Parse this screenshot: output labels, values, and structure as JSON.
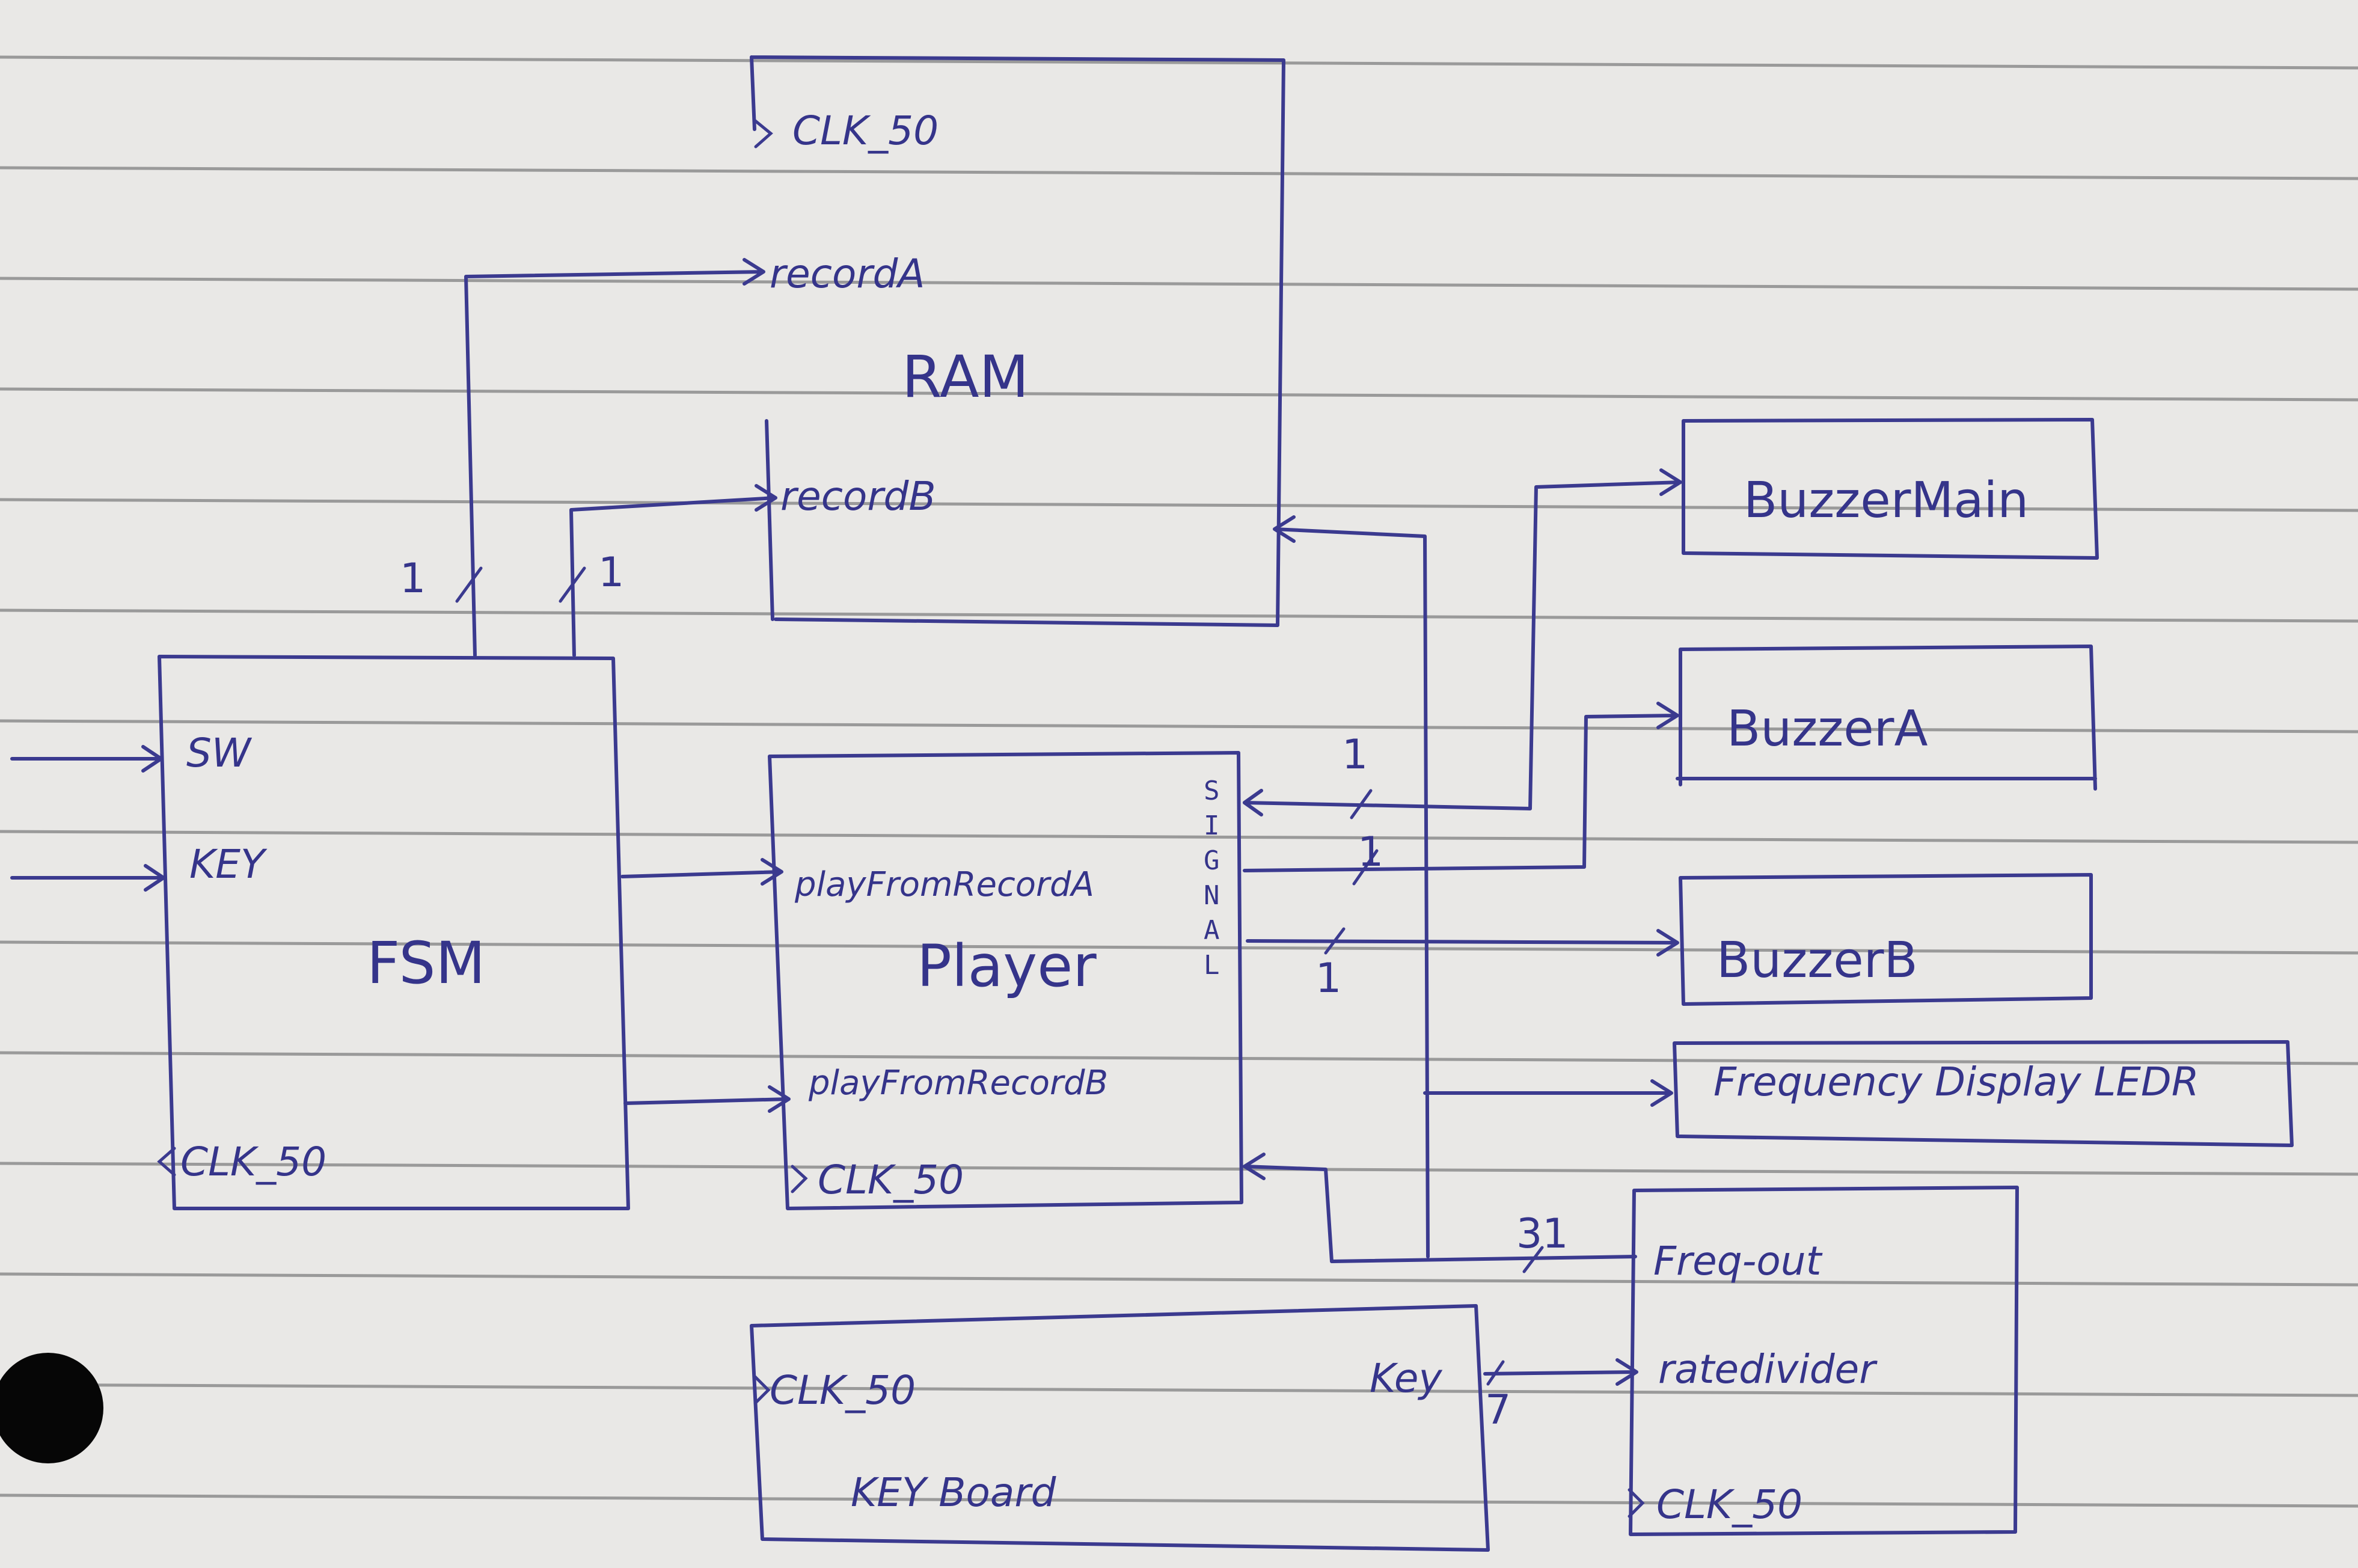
{
  "ram": {
    "title": "RAM",
    "clk": "CLK_50",
    "in_a": "recordA",
    "in_b": "recordB"
  },
  "fsm": {
    "title": "FSM",
    "in_sw": "SW",
    "in_key": "KEY",
    "clk": "CLK_50"
  },
  "player": {
    "title": "Player",
    "in_a": "playFromRecordA",
    "in_b": "playFromRecordB",
    "clk": "CLK_50",
    "signal_letters": [
      "S",
      "I",
      "G",
      "N",
      "A",
      "L"
    ]
  },
  "keyboard": {
    "title": "KEY Board",
    "clk": "CLK_50",
    "out_key": "Key"
  },
  "ratedivider": {
    "freq_out": "Freq-out",
    "title": "ratedivider",
    "clk": "CLK_50"
  },
  "outputs": {
    "buzzer_main": "BuzzerMain",
    "buzzer_a": "BuzzerA",
    "buzzer_b": "BuzzerB",
    "freq_display": "Frequency Display LEDR"
  },
  "bus_widths": {
    "fsm_to_ram_a": "1",
    "fsm_to_ram_b": "1",
    "signal_main": "1",
    "signal_a": "1",
    "signal_b": "1",
    "freq_bus": "31",
    "key_bus": "7"
  },
  "colors": {
    "paper": "#e9e8e6",
    "ruling": "#9a9a9a",
    "ink": "#3b3a8f"
  }
}
